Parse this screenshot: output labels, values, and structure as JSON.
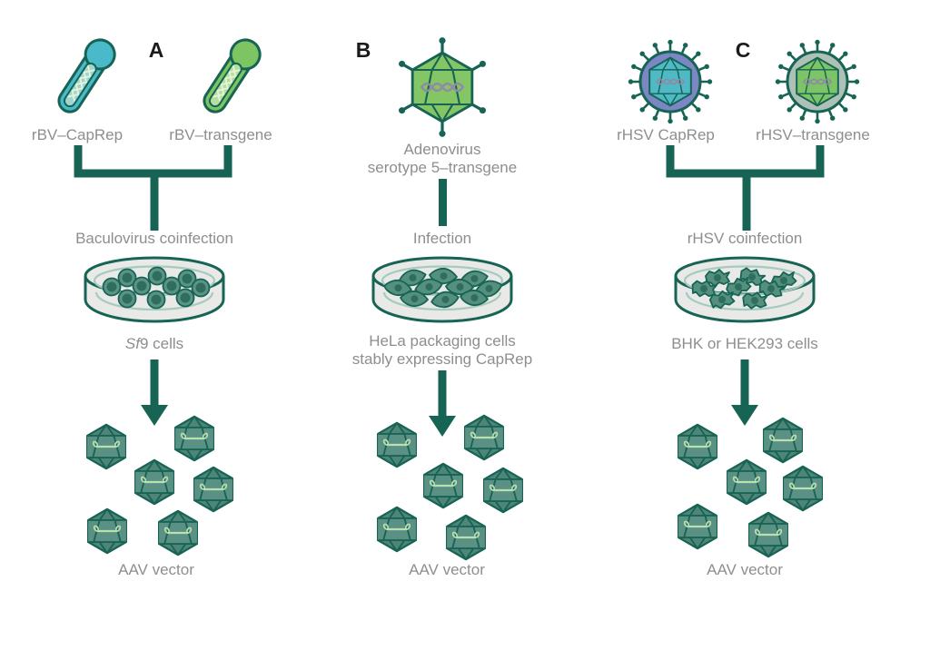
{
  "title": "AAV vector production platforms diagram",
  "colors": {
    "background": "#ffffff",
    "dark_teal": "#176455",
    "label_gray": "#8e8e8e",
    "letter_color": "#1b1b1b",
    "baculo_cyan": "#4ab9c9",
    "baculo_cyan_capsule": "#9fd6d2",
    "baculo_green": "#7dc463",
    "baculo_green_capsule": "#b5dfa0",
    "adeno_green": "#84c666",
    "hsv_envelope_purple": "#7b87c5",
    "hsv_capsid_cyan": "#4fbac6",
    "hsv_envelope_sage": "#aec1b6",
    "hsv_capsid_green": "#7cc465",
    "dna_gray": "#9289a4",
    "dna_pale": "#e7f4da",
    "aav_fill": "#4f8478",
    "aav_band": "#5b9184",
    "aav_glyph": "#b9e0ae",
    "dish_fill": "#e9e9e7",
    "dish_line": "#a5cbbe",
    "cell_fill": "#55907f",
    "cell_light": "#5b9486",
    "cell_nucleus": "#2f6d5d"
  },
  "panels": {
    "a": {
      "letter": "A",
      "virus1": {
        "icon": "baculovirus-icon",
        "label": "rBV–CapRep"
      },
      "virus2": {
        "icon": "baculovirus-icon",
        "label": "rBV–transgene"
      },
      "infection_label": "Baculovirus coinfection",
      "dish": {
        "icon": "petri-dish-icon",
        "cell_shape": "round"
      },
      "cells_label_italic": "Sf",
      "cells_label_rest": "9 cells",
      "output_label": "AAV vector",
      "output_icon": "aav-icon"
    },
    "b": {
      "letter": "B",
      "virus": {
        "icon": "adenovirus-icon",
        "label_line1": "Adenovirus",
        "label_line2": "serotype 5–transgene"
      },
      "infection_label": "Infection",
      "dish": {
        "icon": "petri-dish-icon",
        "cell_shape": "lens"
      },
      "cells_label_line1": "HeLa packaging cells",
      "cells_label_line2": "stably expressing CapRep",
      "output_label": "AAV vector",
      "output_icon": "aav-icon"
    },
    "c": {
      "letter": "C",
      "virus1": {
        "icon": "hsv-icon",
        "label": "rHSV CapRep"
      },
      "virus2": {
        "icon": "hsv-icon",
        "label": "rHSV–transgene"
      },
      "infection_label": "rHSV coinfection",
      "dish": {
        "icon": "petri-dish-icon",
        "cell_shape": "amoeba"
      },
      "cells_label": "BHK or HEK293 cells",
      "output_label": "AAV vector",
      "output_icon": "aav-icon"
    }
  }
}
